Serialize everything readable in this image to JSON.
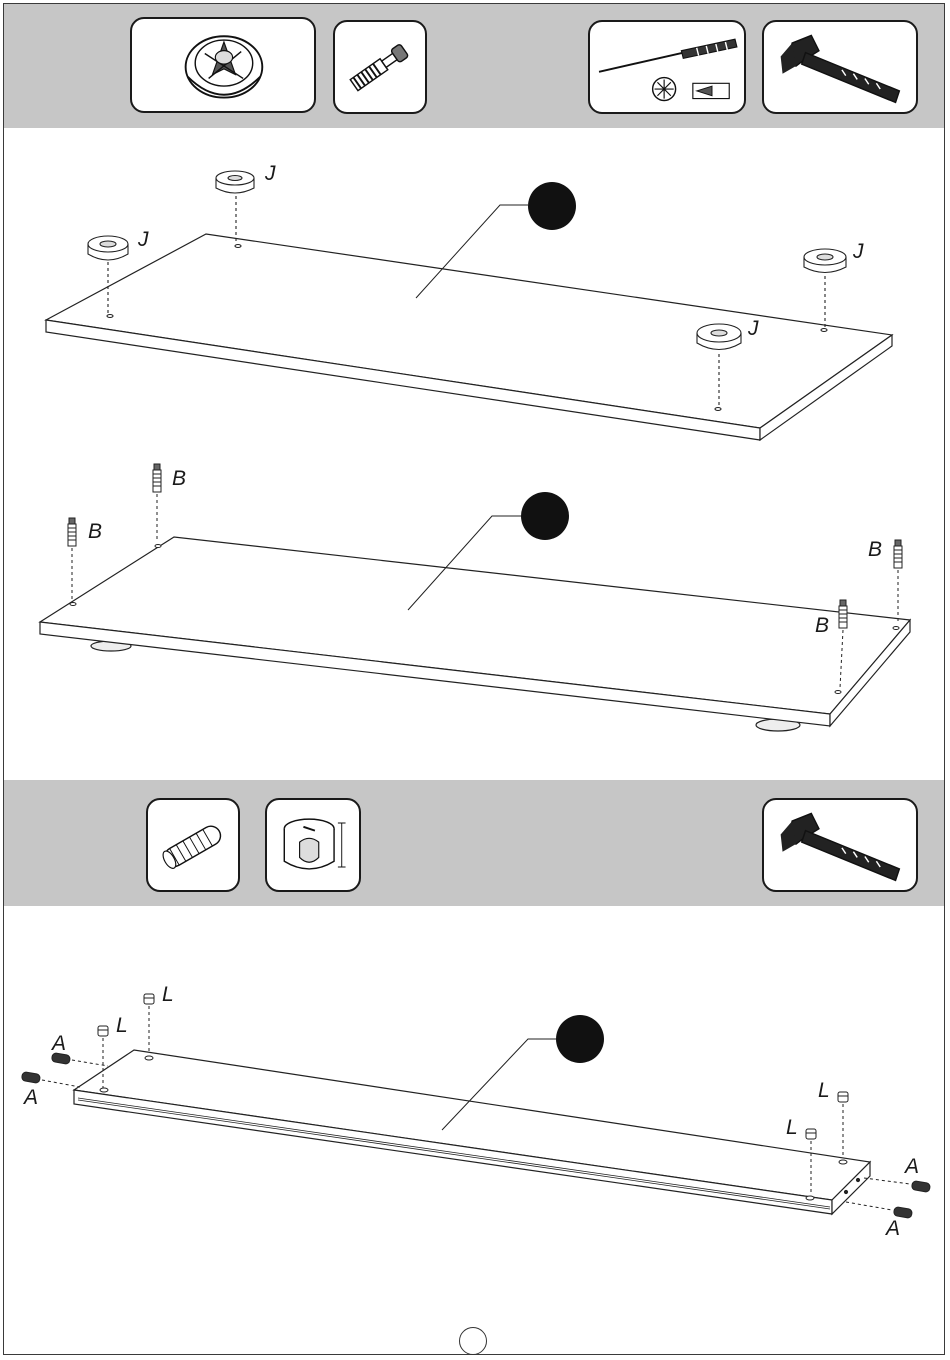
{
  "sections": [
    {
      "toolbar": [
        "cam-lock-housing",
        "cam-bolt",
        "screwdriver",
        "hammer"
      ],
      "steps": [
        {
          "part_labels": [
            "J",
            "J",
            "J",
            "J"
          ]
        },
        {
          "part_labels": [
            "B",
            "B",
            "B",
            "B"
          ]
        }
      ]
    },
    {
      "toolbar": [
        "wooden-dowel",
        "cam-lock",
        "hammer"
      ],
      "steps": [
        {
          "part_labels": [
            "A",
            "A",
            "A",
            "A",
            "L",
            "L",
            "L",
            "L"
          ]
        }
      ]
    }
  ],
  "colors": {
    "band": "#c6c6c6",
    "ink": "#1a1a1a",
    "step_dot": "#111111"
  },
  "page_number": ""
}
